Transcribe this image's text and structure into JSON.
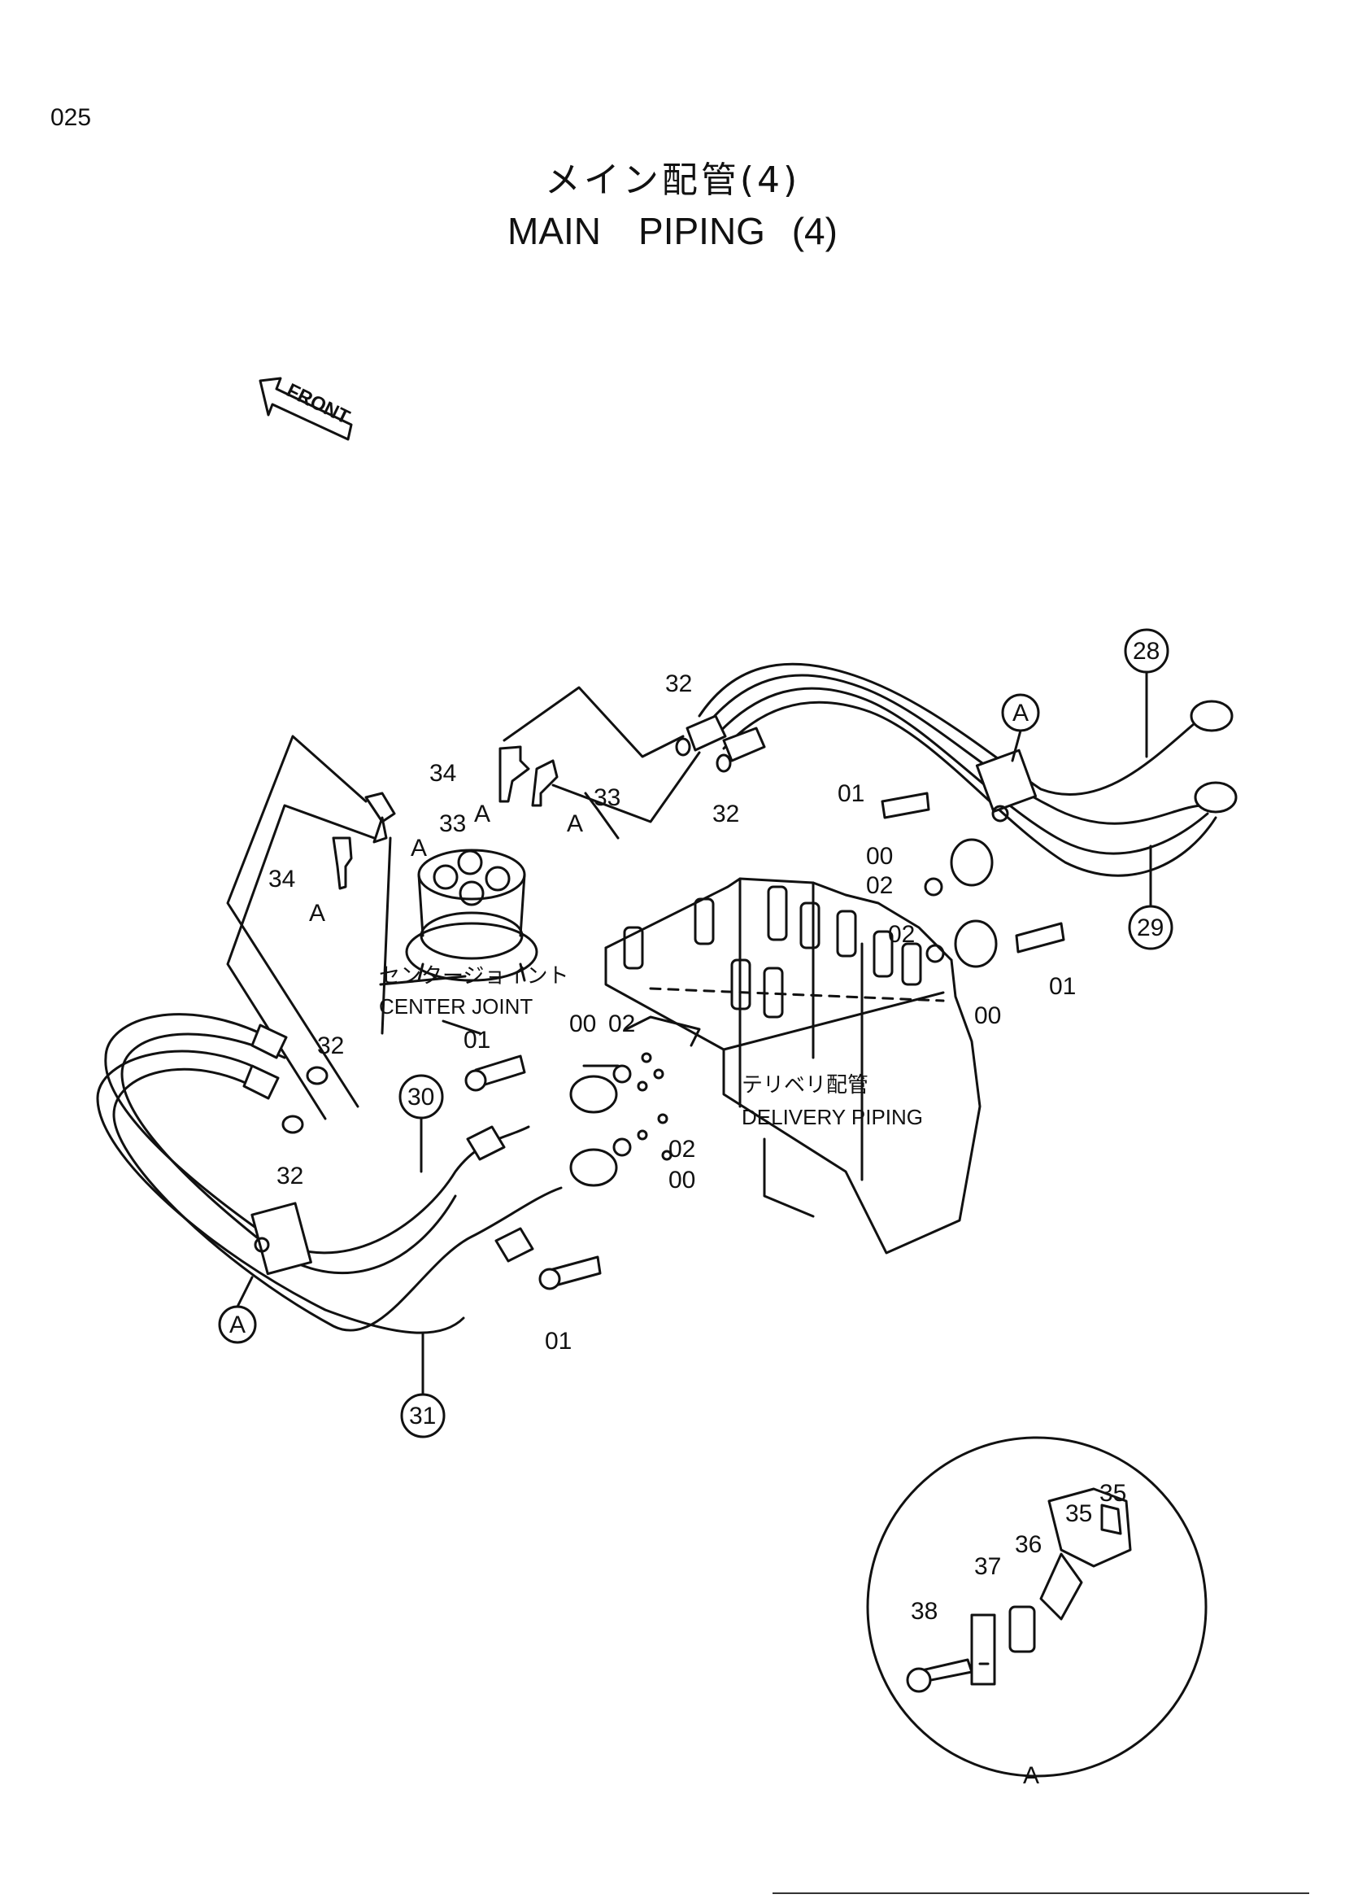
{
  "page_number": "025",
  "title_jp": "メイン配管(4)",
  "title_en": "MAIN　PIPING (4)",
  "front_label": "FRONT",
  "captions": {
    "center_joint_jp": "センタージョイント",
    "center_joint_en": "CENTER JOINT",
    "delivery_piping_jp": "テリベリ配管",
    "delivery_piping_en": "DELIVERY PIPING"
  },
  "detail_view_label": "A",
  "callouts": {
    "c28": "28",
    "c29": "29",
    "c30": "30",
    "c31": "31",
    "a_top": "A",
    "a_left": "A"
  },
  "part_labels": {
    "p32_top": "32",
    "p32_mid": "32",
    "p32_left_a": "32",
    "p32_left_b": "32",
    "p34_a": "34",
    "p34_b": "34",
    "p33_a": "33",
    "p33_b": "33",
    "sub_a1": "A",
    "sub_a2": "A",
    "sub_a3": "A",
    "sub_a4": "A",
    "p01_r1": "01",
    "p01_r2": "01",
    "p01_c": "01",
    "p01_b": "01",
    "p00_r1": "00",
    "p00_r2": "00",
    "p00_c": "00",
    "p00_b": "00",
    "p02_r1": "02",
    "p02_r2": "02",
    "p02_c": "02",
    "p02_b": "02",
    "p35_a": "35",
    "p35_b": "35",
    "p36": "36",
    "p37": "37",
    "p38": "38"
  }
}
